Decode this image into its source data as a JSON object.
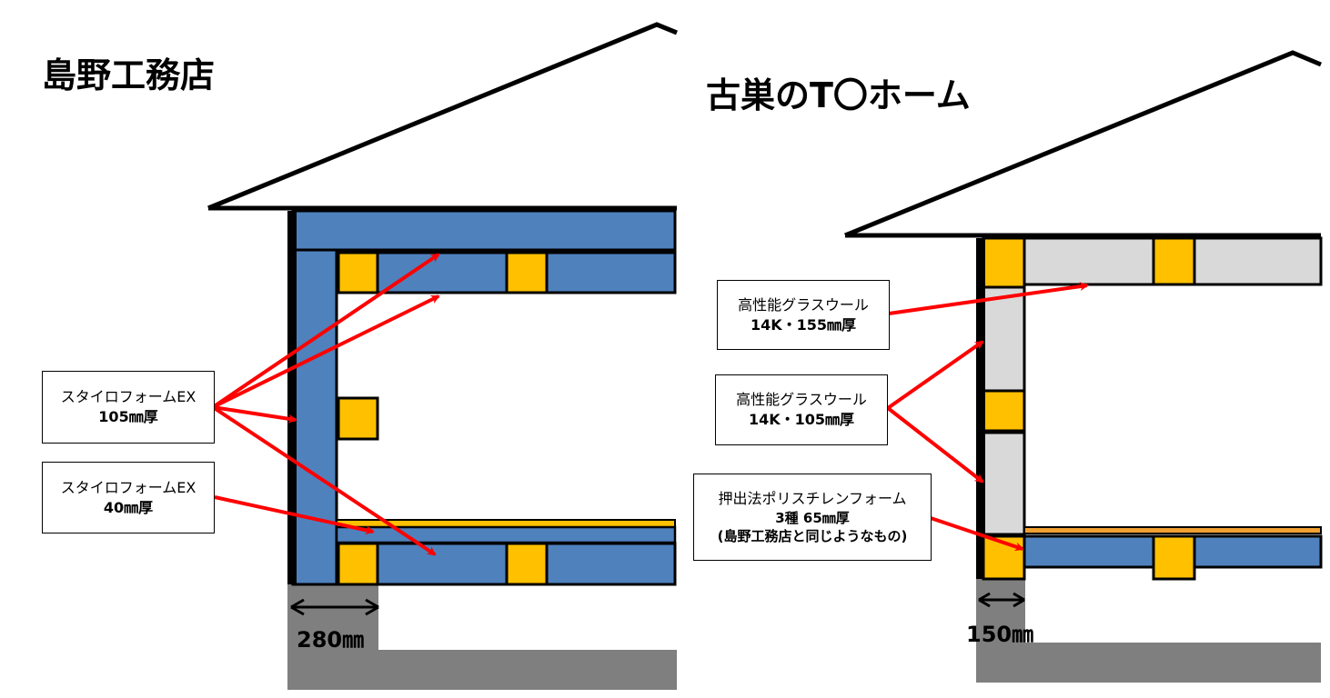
{
  "colors": {
    "foam_blue": "#4f81bd",
    "wood_stud": "#ffc000",
    "glass_wool": "#d9d9d9",
    "foundation": "#7f7f7f",
    "arrow": "#ff0000",
    "outline": "#000000"
  },
  "left": {
    "title": "島野工務店",
    "label_wall_roof": {
      "line1": "スタイロフォームEX",
      "line2": "105㎜厚"
    },
    "label_floor": {
      "line1": "スタイロフォームEX",
      "line2": "40㎜厚"
    },
    "dimension": "280㎜"
  },
  "right": {
    "title": "古巣のT〇ホーム",
    "label_ceiling": {
      "line1": "高性能グラスウール",
      "line2": "14K・155㎜厚"
    },
    "label_wall": {
      "line1": "高性能グラスウール",
      "line2": "14K・105㎜厚"
    },
    "label_floor": {
      "line1": "押出法ポリスチレンフォーム",
      "line2": "3種 65㎜厚",
      "line3": "(島野工務店と同じようなもの)"
    },
    "dimension": "150㎜"
  }
}
